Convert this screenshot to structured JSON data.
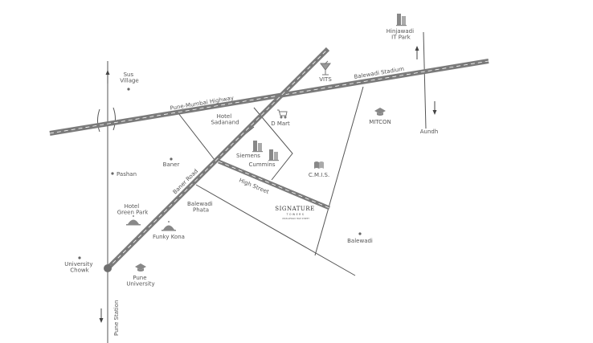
{
  "roads": {
    "highway": "Pune-Mumbai Highway",
    "balewadi_stadium": "Balewadi Stadium",
    "baner_road": "Baner Road",
    "high_street": "High Street",
    "pune_station": "Pune Station"
  },
  "places": {
    "sus_village": [
      "Sus",
      "Village"
    ],
    "vits": "VITS",
    "hinjawadi": [
      "Hinjawadi",
      "IT Park"
    ],
    "hotel_sadanand": [
      "Hotel",
      "Sadanand"
    ],
    "d_mart": "D Mart",
    "mitcon": "MITCON",
    "aundh": "Aundh",
    "baner": "Baner",
    "siemens": "Siemens",
    "cummins": "Cummins",
    "cmis": "C.M.I.S.",
    "pashan": "Pashan",
    "hotel_green_park": [
      "Hotel",
      "Green Park"
    ],
    "balewadi_phata": [
      "Balewadi",
      "Phata"
    ],
    "funky_kona": "Funky Kona",
    "balewadi": "Balewadi",
    "university_chowk": [
      "University",
      "Chowk"
    ],
    "pune_university": [
      "Pune",
      "University"
    ]
  },
  "logo": {
    "title": "SIGNATURE",
    "subtitle": "TOWERS",
    "tagline": "ON BALEWADI HIGH STREET"
  },
  "colors": {
    "road_fill": "#7a7a7a",
    "road_dash": "#ffffff",
    "thin_line": "#666666",
    "icon": "#777777",
    "text": "#555555"
  }
}
